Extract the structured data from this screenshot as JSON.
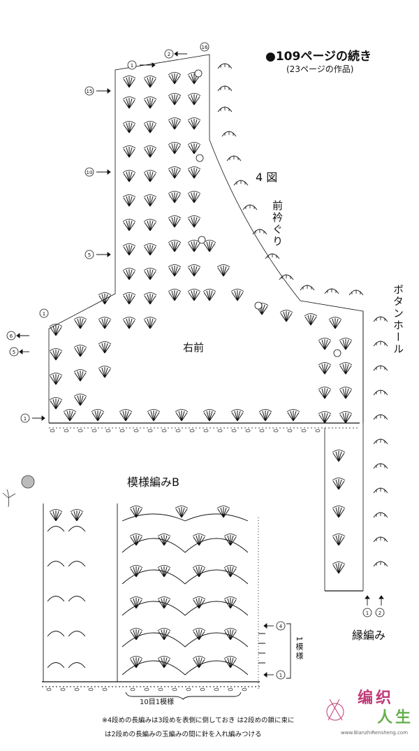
{
  "header": {
    "title": "●109ページの続き",
    "subtitle": "(23ページの作品)"
  },
  "figure_label": "4 図",
  "collar_label": "前衿ぐり",
  "buttonhole_label": "ボタンホール",
  "panel_label": "右前",
  "pattern_label": "模様編みB",
  "edging_label": "縁編み",
  "repeat_label": "1模様",
  "repeat_10st_label": "10目1模様",
  "notes": {
    "line1": "※4段めの長編みは3段めを表側に倒しておき  は2段めの鎖に束に",
    "line2": "は2段めの長編みの玉編みの間に針を入れ編みつける"
  },
  "row_markers": {
    "panel_left": [
      "1",
      "5",
      "10",
      "15",
      "1",
      "6",
      "5",
      "1"
    ],
    "panel_top": [
      "1",
      "2",
      "16",
      "15",
      "10",
      "5",
      "1",
      "5",
      "1"
    ],
    "edging_bottom": [
      "1",
      "2"
    ],
    "pattern_right": [
      "4",
      "1"
    ]
  },
  "watermark": {
    "line1": "编织",
    "line2": "人生",
    "url": "www.BianzhiRensheng.com"
  },
  "colors": {
    "ink": "#111111",
    "watermark_pink": "#c03a78",
    "watermark_green": "#67b04f"
  }
}
